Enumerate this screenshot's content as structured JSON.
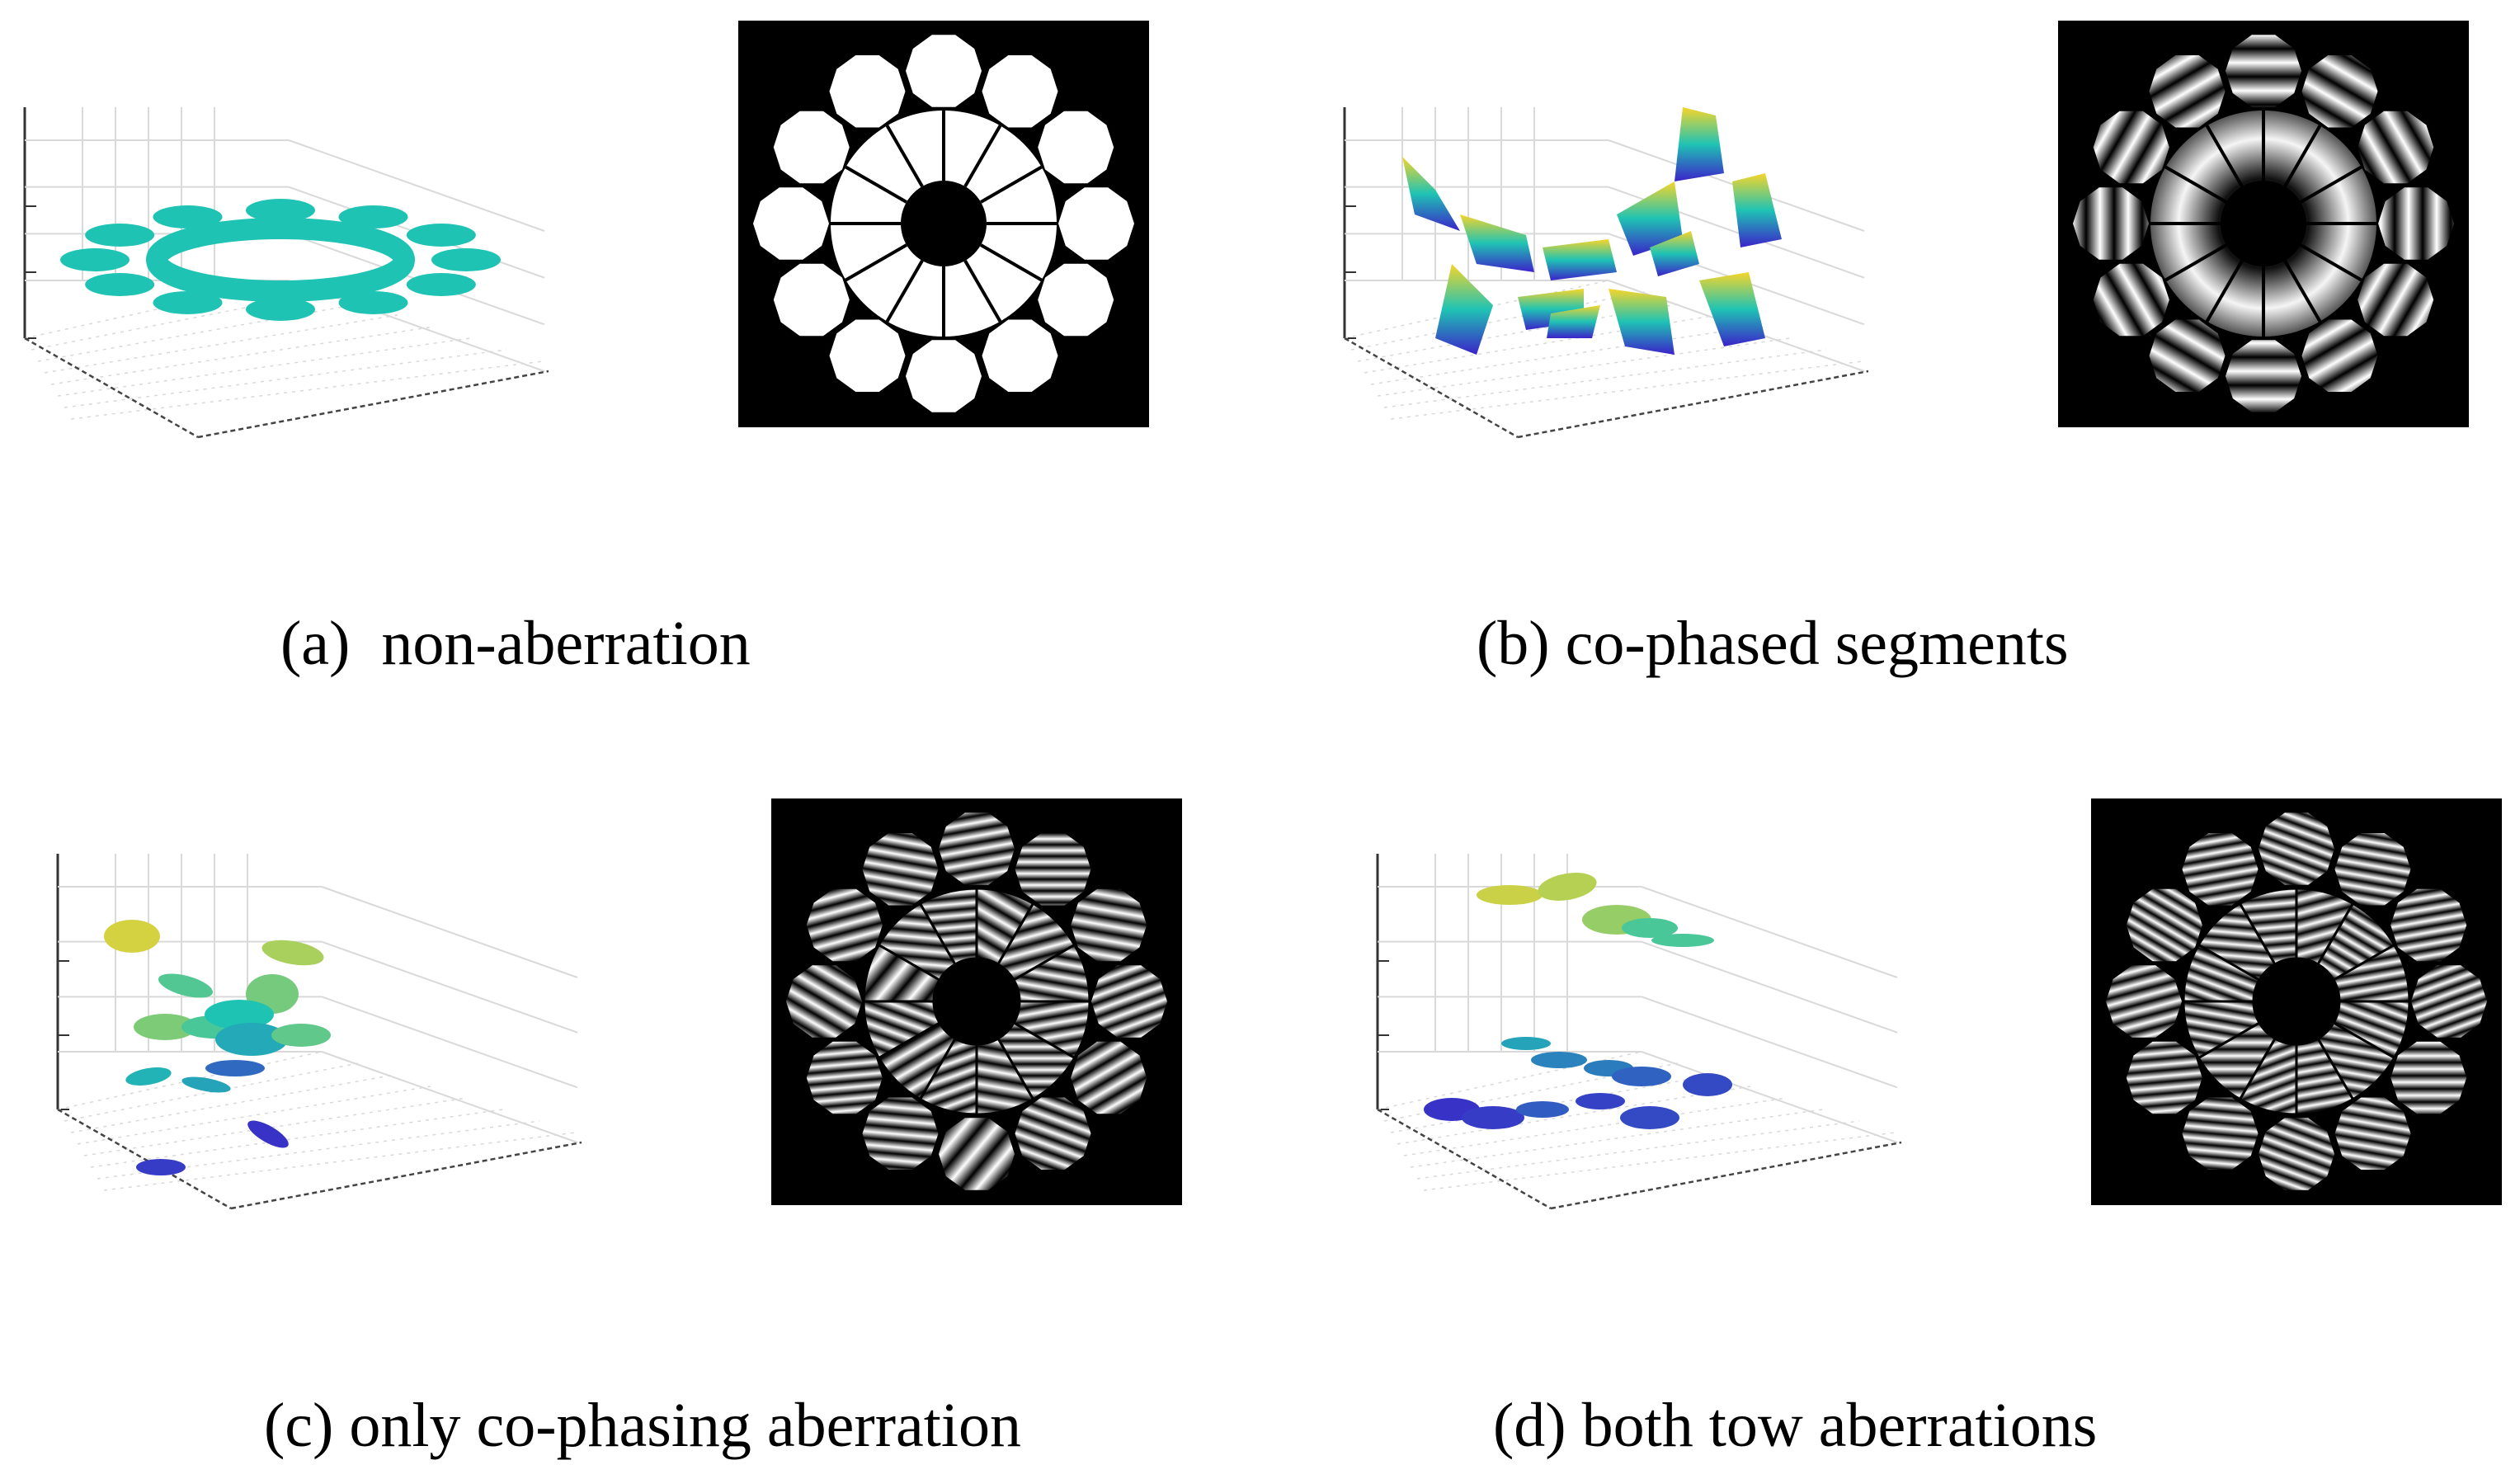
{
  "figure": {
    "panels": [
      {
        "id": "a",
        "caption": "(a)  non-aberration"
      },
      {
        "id": "b",
        "caption": "(b) co-phased segments"
      },
      {
        "id": "c",
        "caption": "(c) only co-phasing aberration"
      },
      {
        "id": "d",
        "caption": "(d) both tow aberrations"
      }
    ]
  },
  "colors": {
    "background": "#ffffff",
    "image_background": "#000000",
    "flat_segment": "#1fc3b4",
    "colormap_low": "#3b22c9",
    "colormap_mid": "#1fc3b4",
    "colormap_high": "#f6d52a"
  }
}
